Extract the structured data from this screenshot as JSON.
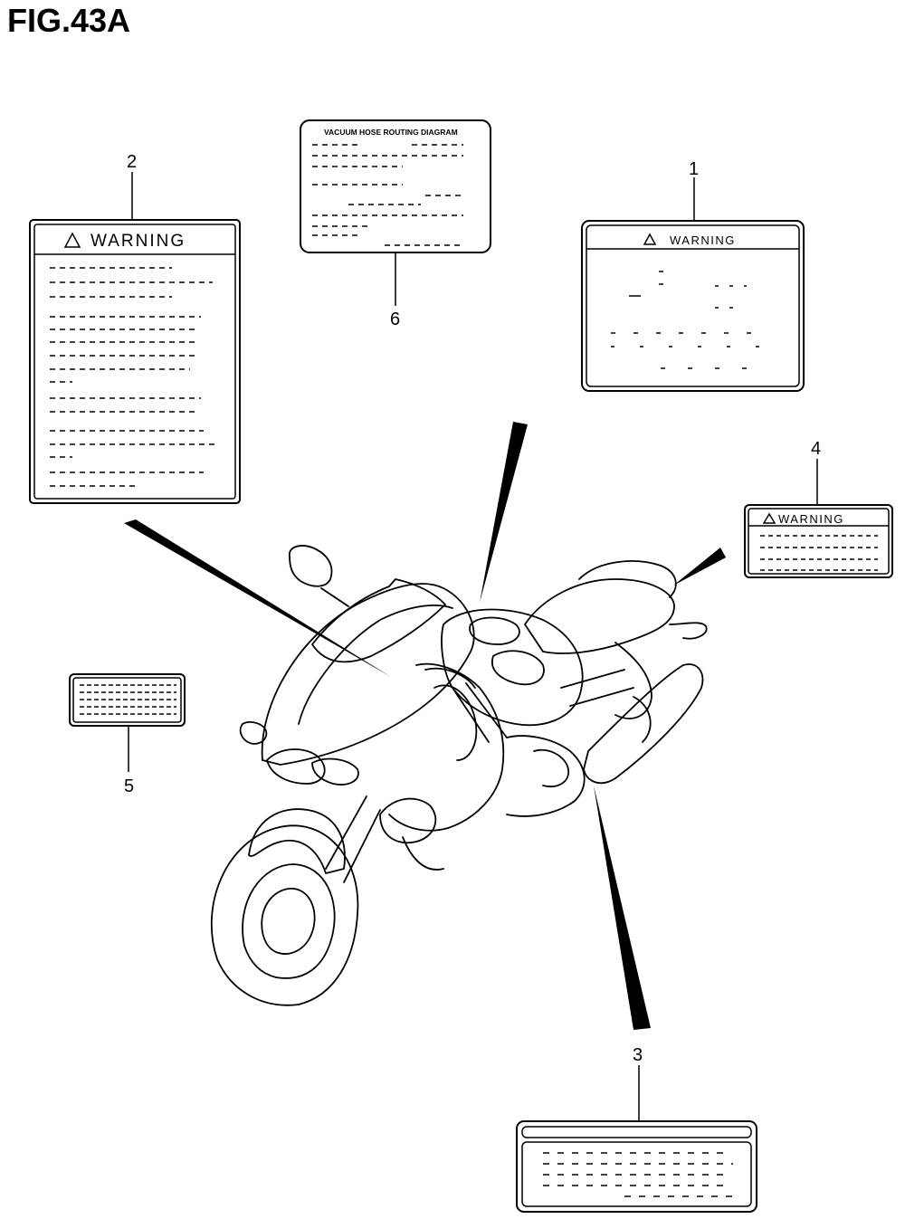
{
  "figure": {
    "title": "FIG.43A"
  },
  "callouts": [
    {
      "id": "1",
      "label": "1"
    },
    {
      "id": "2",
      "label": "2"
    },
    {
      "id": "3",
      "label": "3"
    },
    {
      "id": "4",
      "label": "4"
    },
    {
      "id": "5",
      "label": "5"
    },
    {
      "id": "6",
      "label": "6"
    }
  ],
  "labels": {
    "warning_large": "WARNING",
    "warning_right": "WARNING",
    "warning_small": "WARNING",
    "vacuum_title": "VACUUM HOSE ROUTING DIAGRAM"
  },
  "colors": {
    "ink": "#000000",
    "paper": "#ffffff"
  }
}
